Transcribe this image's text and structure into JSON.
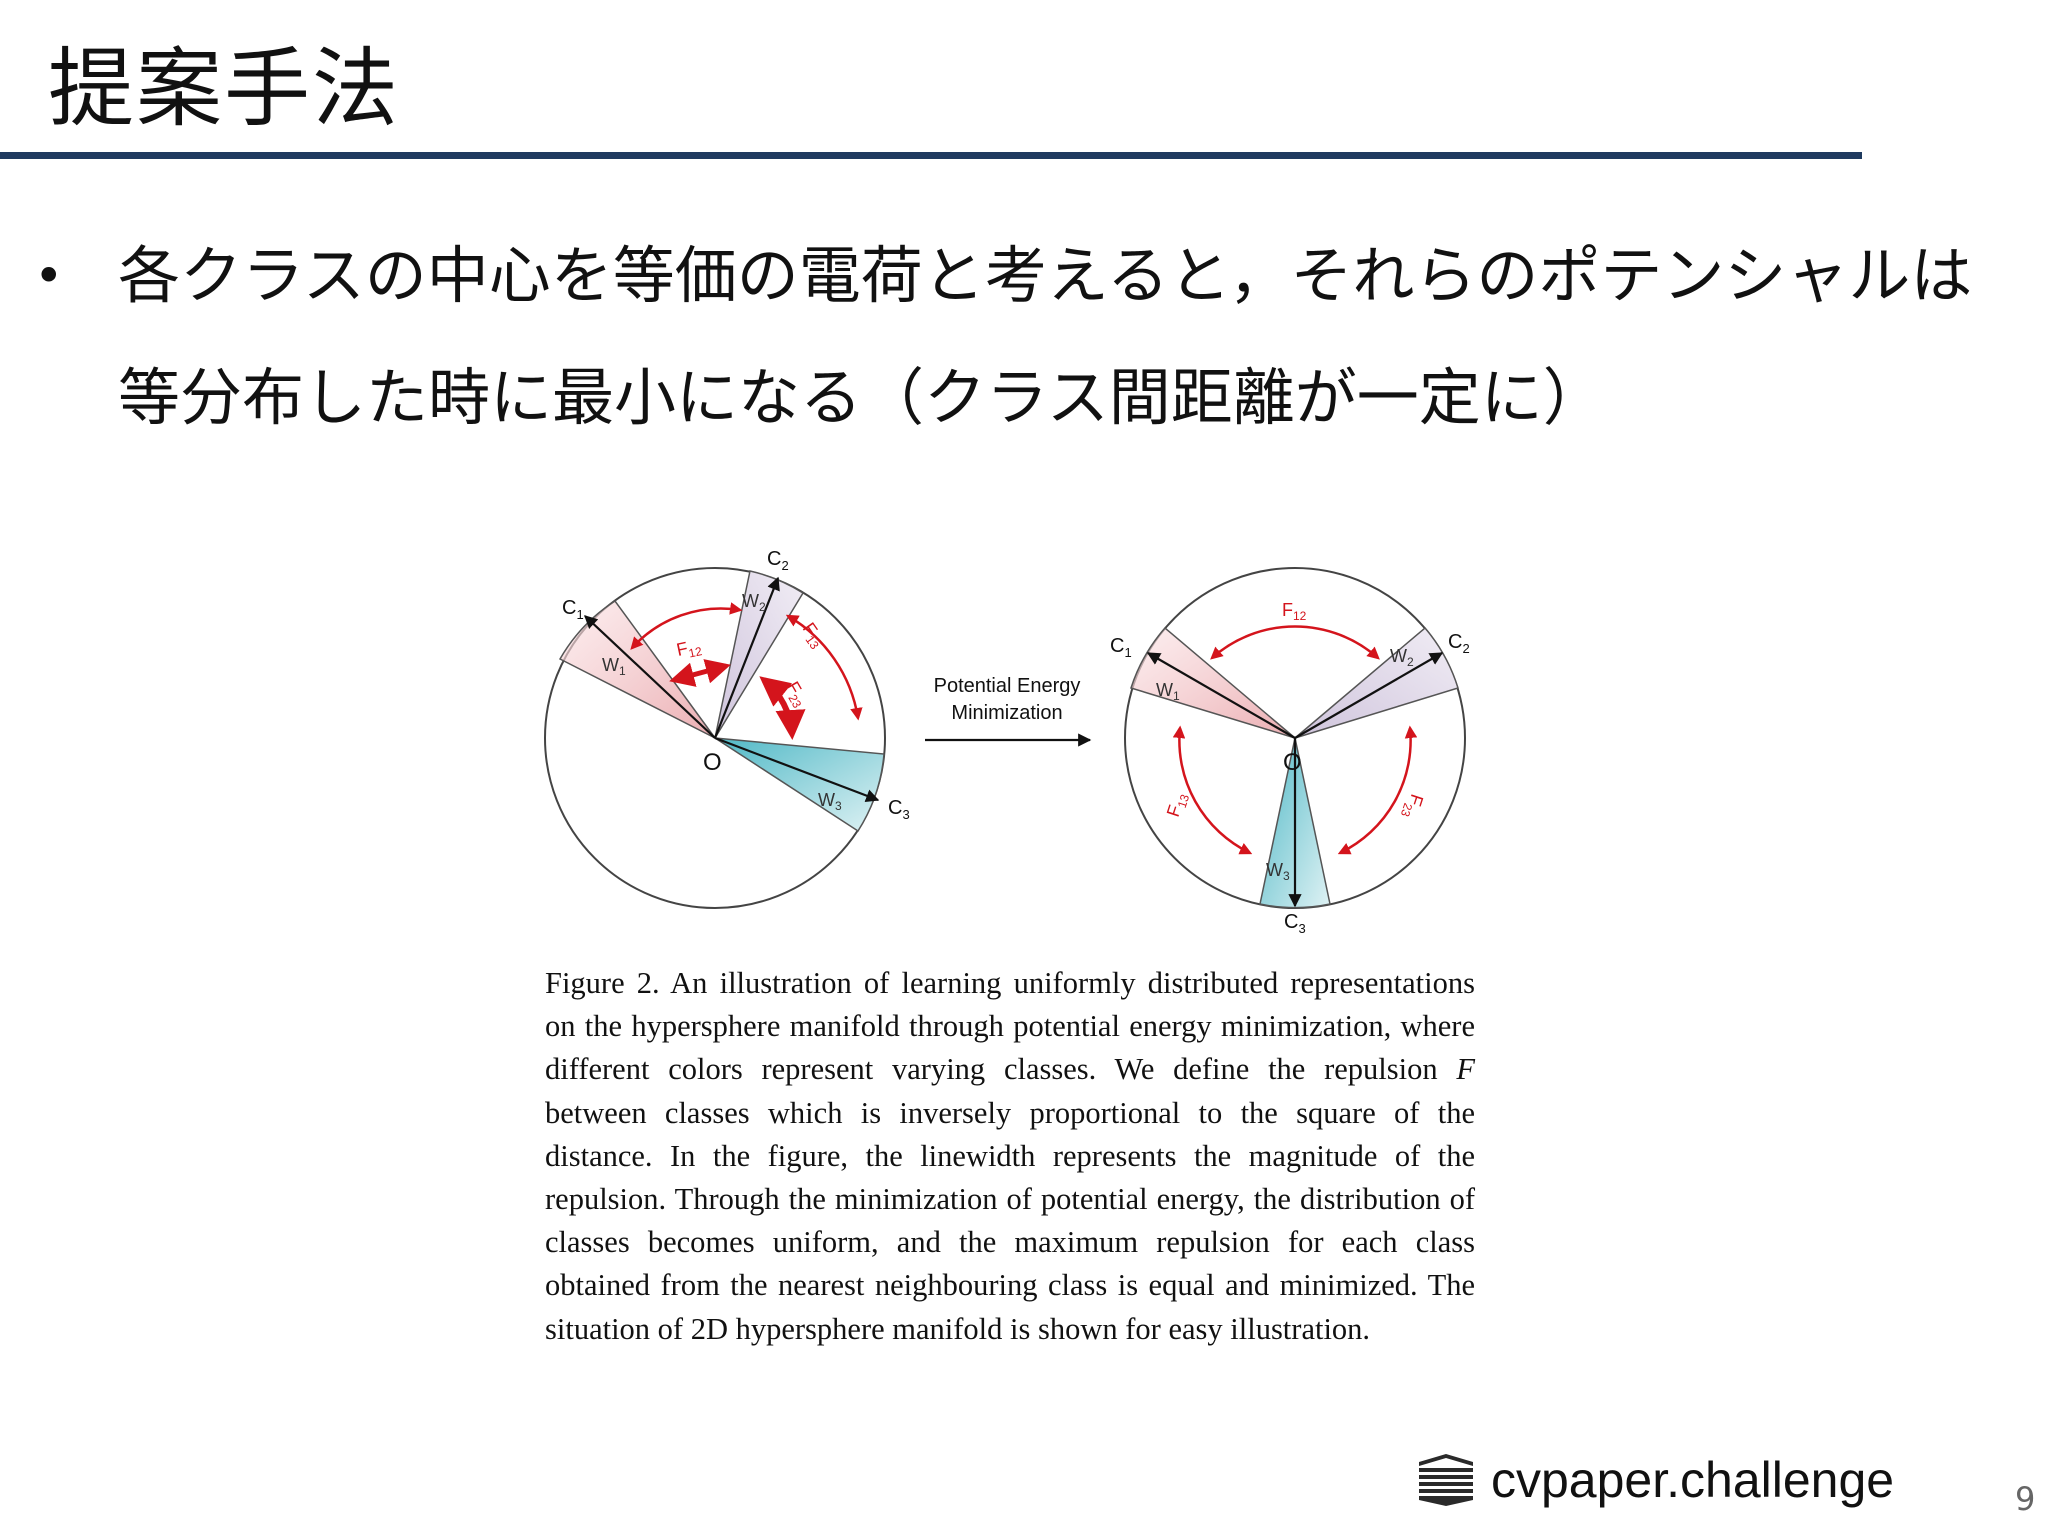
{
  "slide": {
    "title": "提案手法",
    "bullet_marker": "•",
    "bullet": "各クラスの中心を等価の電荷と考えると，それらのポテンシャルは等分布した時に最小になる（クラス間距離が一定に）",
    "page_number": "9"
  },
  "figure": {
    "arrow_label_line1": "Potential Energy",
    "arrow_label_line2": "Minimization",
    "origin": "O",
    "c1": "C",
    "c2": "C",
    "c3": "C",
    "w": "W",
    "f": "F",
    "sub1": "1",
    "sub2": "2",
    "sub3": "3",
    "sub12": "12",
    "sub13": "13",
    "sub23": "23"
  },
  "caption": {
    "lead": "Figure 2. An illustration of learning uniformly distributed representations on the hypersphere manifold through potential energy minimization, where different colors represent varying classes. We define the repulsion",
    "symbol": "F",
    "rest": "between classes which is inversely proportional to the square of the distance. In the figure, the linewidth represents the magnitude of the repulsion. Through the minimization of potential energy, the distribution of classes becomes uniform, and the maximum repulsion for each class obtained from the nearest neighbouring class is equal and minimized. The situation of 2D hypersphere manifold is shown for easy illustration."
  },
  "logo": {
    "text": "cvpaper.challenge",
    "icon": "stacked-layers-icon"
  },
  "colors": {
    "title_rule": "#1f3a5f",
    "class1": "#e8a3a8",
    "class2": "#d7cfe0",
    "class3": "#7ec9d3",
    "repulsion": "#d4141c"
  }
}
